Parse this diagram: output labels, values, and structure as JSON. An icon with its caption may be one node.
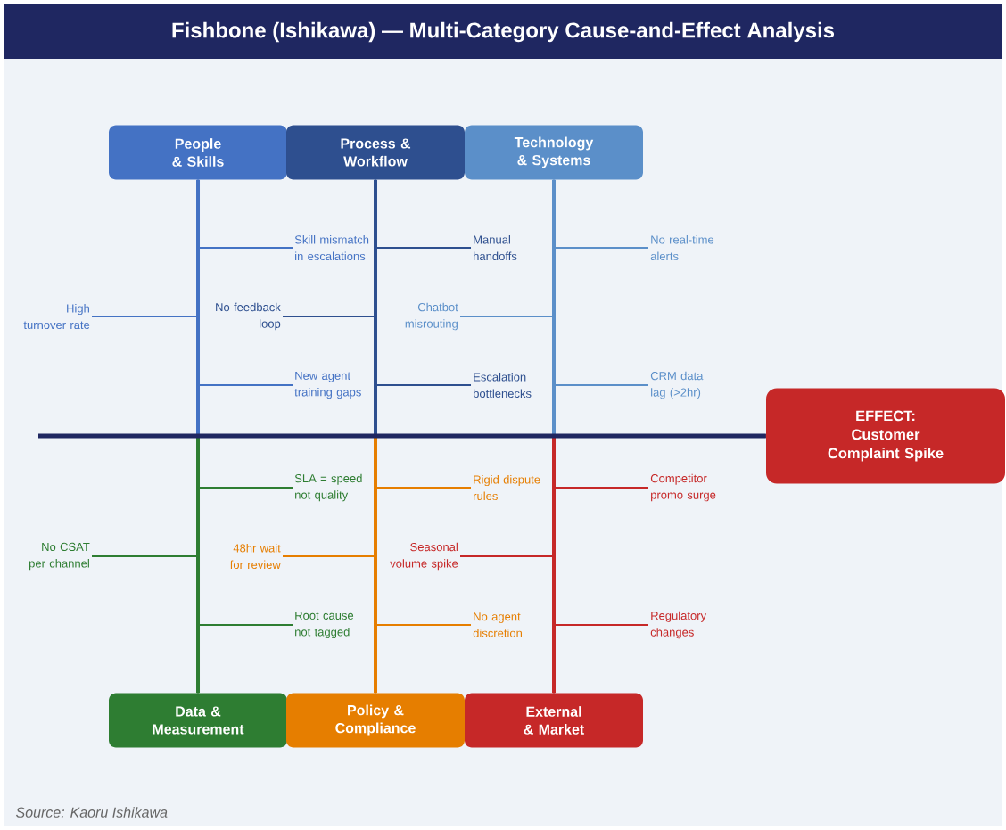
{
  "diagram": {
    "title": "Fishbone (Ishikawa) — Multi-Category Cause-and-Effect Analysis",
    "caption": "Source: Kaoru Ishikawa",
    "nodes": [
      {
        "text": [
          "People & Skills"
        ]
      },
      {
        "text": [
          "Process & Workflow"
        ]
      },
      {
        "text": [
          "Technology & Systems"
        ]
      },
      {
        "text": [
          "Data & Measurement"
        ]
      },
      {
        "text": [
          "Policy & Compliance"
        ]
      },
      {
        "text": [
          "External & Market"
        ]
      },
      {
        "text": [
          "EFFECT: Customer Complaint Spike"
        ]
      },
      {
        "text": [
          "Skill mismatch in escalations"
        ]
      },
      {
        "text": [
          "Manual handoffs"
        ]
      },
      {
        "text": [
          "No real-time alerts"
        ]
      },
      {
        "text": [
          "High turnover rate"
        ]
      },
      {
        "text": [
          "No feedback loop"
        ]
      },
      {
        "text": [
          "Chatbot misrouting"
        ]
      },
      {
        "text": [
          "New agent training gaps"
        ]
      },
      {
        "text": [
          "Escalation bottlenecks"
        ]
      },
      {
        "text": [
          "CRM data lag (>2hr)"
        ]
      },
      {
        "text": [
          "SLA = speed not quality"
        ]
      },
      {
        "text": [
          "Rigid dispute rules"
        ]
      },
      {
        "text": [
          "Competitor promo surge"
        ]
      },
      {
        "text": [
          "No CSAT per channel"
        ]
      },
      {
        "text": [
          "48hr wait for review"
        ]
      },
      {
        "text": [
          "Seasonal volume spike"
        ]
      },
      {
        "text": [
          "Root cause not tagged"
        ]
      },
      {
        "text": [
          "No agent discretion"
        ]
      },
      {
        "text": [
          "Regulatory changes"
        ]
      }
    ],
    "edges": [
      {
        "from": 0,
        "to": 6,
        "arrow": "none",
        "style": "thick",
        "color": "#4472c4"
      },
      {
        "from": 1,
        "to": 6,
        "arrow": "none",
        "style": "thick",
        "color": "#2e4f8f"
      },
      {
        "from": 2,
        "to": 6,
        "arrow": "none",
        "style": "thick",
        "color": "#5b8fc9"
      },
      {
        "from": 3,
        "to": 6,
        "arrow": "none",
        "style": "thick",
        "color": "#2e7d32"
      },
      {
        "from": 4,
        "to": 6,
        "arrow": "none",
        "style": "thick",
        "color": "#e67e00"
      },
      {
        "from": 5,
        "to": 6,
        "arrow": "none",
        "style": "thick",
        "color": "#c62828"
      },
      {
        "from": 7,
        "to": 0,
        "arrow": "none",
        "color": "#4472c4"
      },
      {
        "from": 8,
        "to": 1,
        "arrow": "none",
        "color": "#2e4f8f"
      },
      {
        "from": 9,
        "to": 2,
        "arrow": "none",
        "color": "#5b8fc9"
      },
      {
        "from": 10,
        "to": 0,
        "arrow": "none",
        "color": "#4472c4"
      },
      {
        "from": 11,
        "to": 1,
        "arrow": "none",
        "color": "#2e4f8f"
      },
      {
        "from": 12,
        "to": 2,
        "arrow": "none",
        "color": "#5b8fc9"
      },
      {
        "from": 13,
        "to": 0,
        "arrow": "none",
        "color": "#4472c4"
      },
      {
        "from": 14,
        "to": 1,
        "arrow": "none",
        "color": "#2e4f8f"
      },
      {
        "from": 15,
        "to": 2,
        "arrow": "none",
        "color": "#5b8fc9"
      },
      {
        "from": 16,
        "to": 3,
        "arrow": "none",
        "color": "#2e7d32"
      },
      {
        "from": 17,
        "to": 4,
        "arrow": "none",
        "color": "#e67e00"
      },
      {
        "from": 18,
        "to": 5,
        "arrow": "none",
        "color": "#c62828"
      },
      {
        "from": 19,
        "to": 3,
        "arrow": "none",
        "color": "#2e7d32"
      },
      {
        "from": 20,
        "to": 4,
        "arrow": "none",
        "color": "#e67e00"
      },
      {
        "from": 21,
        "to": 5,
        "arrow": "none",
        "color": "#c62828"
      },
      {
        "from": 22,
        "to": 3,
        "arrow": "none",
        "color": "#2e7d32"
      },
      {
        "from": 23,
        "to": 4,
        "arrow": "none",
        "color": "#e67e00"
      },
      {
        "from": 24,
        "to": 5,
        "arrow": "none",
        "color": "#c62828"
      }
    ]
  }
}
